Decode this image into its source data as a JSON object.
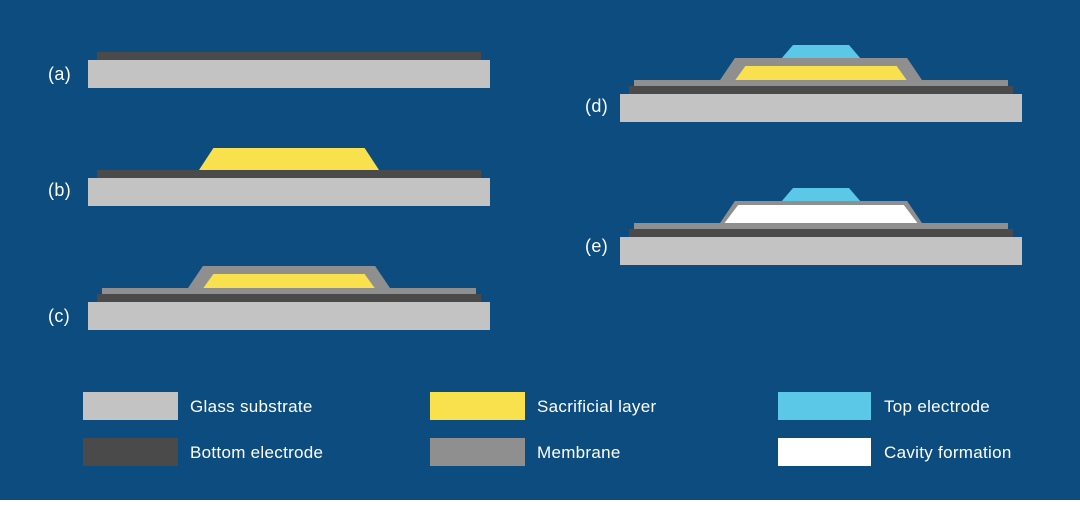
{
  "figure": {
    "type": "fabrication-process-diagram",
    "description": "Cross-section process steps (a)-(e) building a membrane device on a glass substrate, ending with cavity formation"
  },
  "colors": {
    "background": "#0d4c7e",
    "text": "#ffffff",
    "glass_substrate": "#c3c3c3",
    "bottom_electrode": "#4a4a4a",
    "sacrificial_layer": "#f8e14d",
    "membrane": "#8f8f8f",
    "top_electrode": "#5cc8e8",
    "cavity_formation": "#ffffff"
  },
  "steps": [
    {
      "label": "(a)",
      "layers_top_to_bottom": [
        "Bottom electrode",
        "Glass substrate"
      ]
    },
    {
      "label": "(b)",
      "layers_top_to_bottom": [
        "Sacrificial layer",
        "Bottom electrode",
        "Glass substrate"
      ]
    },
    {
      "label": "(c)",
      "layers_top_to_bottom": [
        "Membrane",
        "Sacrificial layer",
        "Bottom electrode",
        "Glass substrate"
      ]
    },
    {
      "label": "(d)",
      "layers_top_to_bottom": [
        "Top electrode",
        "Membrane",
        "Sacrificial layer",
        "Bottom electrode",
        "Glass substrate"
      ]
    },
    {
      "label": "(e)",
      "layers_top_to_bottom": [
        "Top electrode",
        "Membrane",
        "Cavity formation",
        "Bottom electrode",
        "Glass substrate"
      ]
    }
  ],
  "legend": {
    "items": [
      {
        "label": "Glass substrate"
      },
      {
        "label": "Bottom electrode"
      },
      {
        "label": "Sacrificial layer"
      },
      {
        "label": "Membrane"
      },
      {
        "label": "Top electrode"
      },
      {
        "label": "Cavity formation"
      }
    ]
  }
}
